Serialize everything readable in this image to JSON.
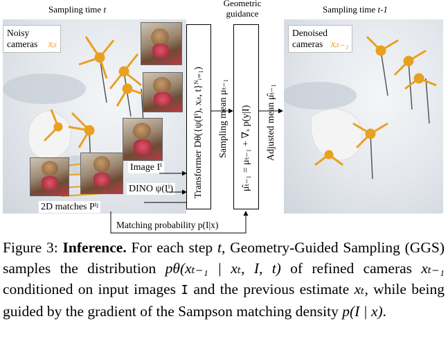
{
  "figure": {
    "sampling_time_t_label": "Sampling time",
    "sampling_time_t_var": "t",
    "geometric_guidance_line1": "Geometric",
    "geometric_guidance_line2": "guidance",
    "sampling_time_t1_label": "Sampling time",
    "sampling_time_t1_var": "t-1",
    "noisy_cameras_line1": "Noisy",
    "noisy_cameras_line2": "cameras",
    "noisy_cameras_math": "xᵢₜ",
    "denoised_cameras_line1": "Denoised",
    "denoised_cameras_line2": "cameras",
    "denoised_cameras_math": "xᵢₜ₋₁",
    "image_label": "Image Iⁱ",
    "dino_label": "DINO ψ(Iⁱ)",
    "matches_label": "2D matches Pⁱʲ",
    "transformer_label": "Transformer Dθ({ψ(Iⁱ), xᵢₜ, t}ᴺᵢ₌₁)",
    "sampling_mean_label": "Sampling mean μₜ₋₁",
    "guidance_equation": "μ̂ₜ₋₁ = μₜ₋₁ + ∇ₓ p(y|I)",
    "adjusted_mean_label": "Adjusted mean μ̂ₜ₋₁",
    "matching_probability_label": "Matching probability p(I|x)",
    "colors": {
      "orange": "#f0a020",
      "camera": "#e8a020"
    }
  },
  "caption": {
    "figure_number": "Figure 3:",
    "title": "Inference.",
    "text_1": "For each step",
    "t": "t",
    "text_2": ", Geometry-Guided Sampling (GGS) samples the distribution",
    "dist": "pθ(xₜ₋₁ | xₜ, I, t)",
    "text_3": "of refined cameras",
    "xt1": "xₜ₋₁",
    "text_4": "conditioned on input images",
    "I": "I",
    "text_5": "and the previous estimate",
    "xt": "xₜ",
    "text_6": ", while being guided by the gradient of the Sampson matching density",
    "density": "p(I | x)",
    "text_7": "."
  }
}
